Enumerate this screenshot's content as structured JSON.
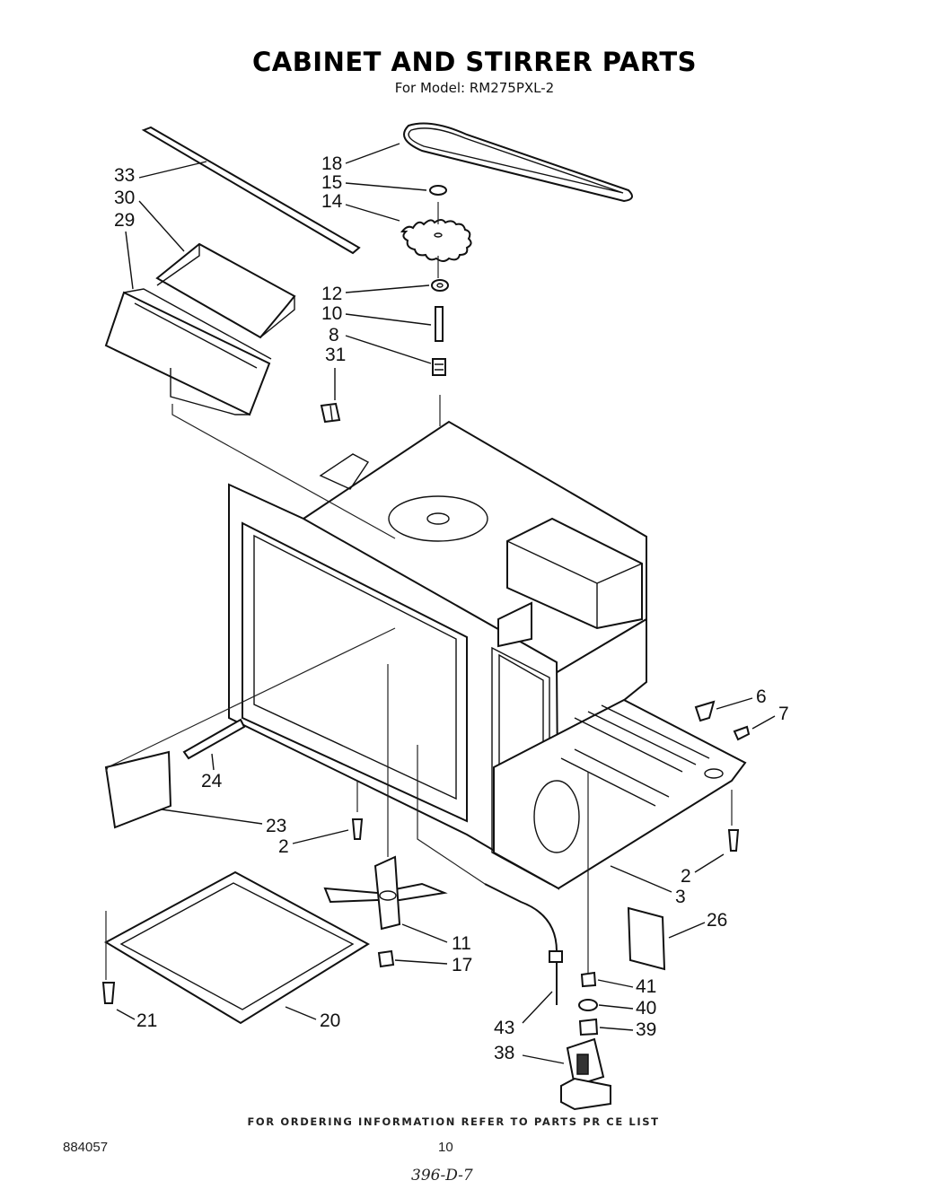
{
  "header": {
    "title": "CABINET AND STIRRER PARTS",
    "subtitle": "For Model: RM275PXL-2"
  },
  "callouts": [
    "18",
    "15",
    "14",
    "33",
    "30",
    "29",
    "12",
    "10",
    "8",
    "31",
    "6",
    "7",
    "24",
    "23",
    "2",
    "2",
    "3",
    "26",
    "11",
    "17",
    "41",
    "40",
    "39",
    "43",
    "38",
    "21",
    "20"
  ],
  "footer": {
    "ordering_note": "FOR ORDERING INFORMATION REFER TO PARTS PR CE LIST",
    "doc_number": "884057",
    "page_number": "10",
    "handwritten_note": "396-D-7"
  }
}
